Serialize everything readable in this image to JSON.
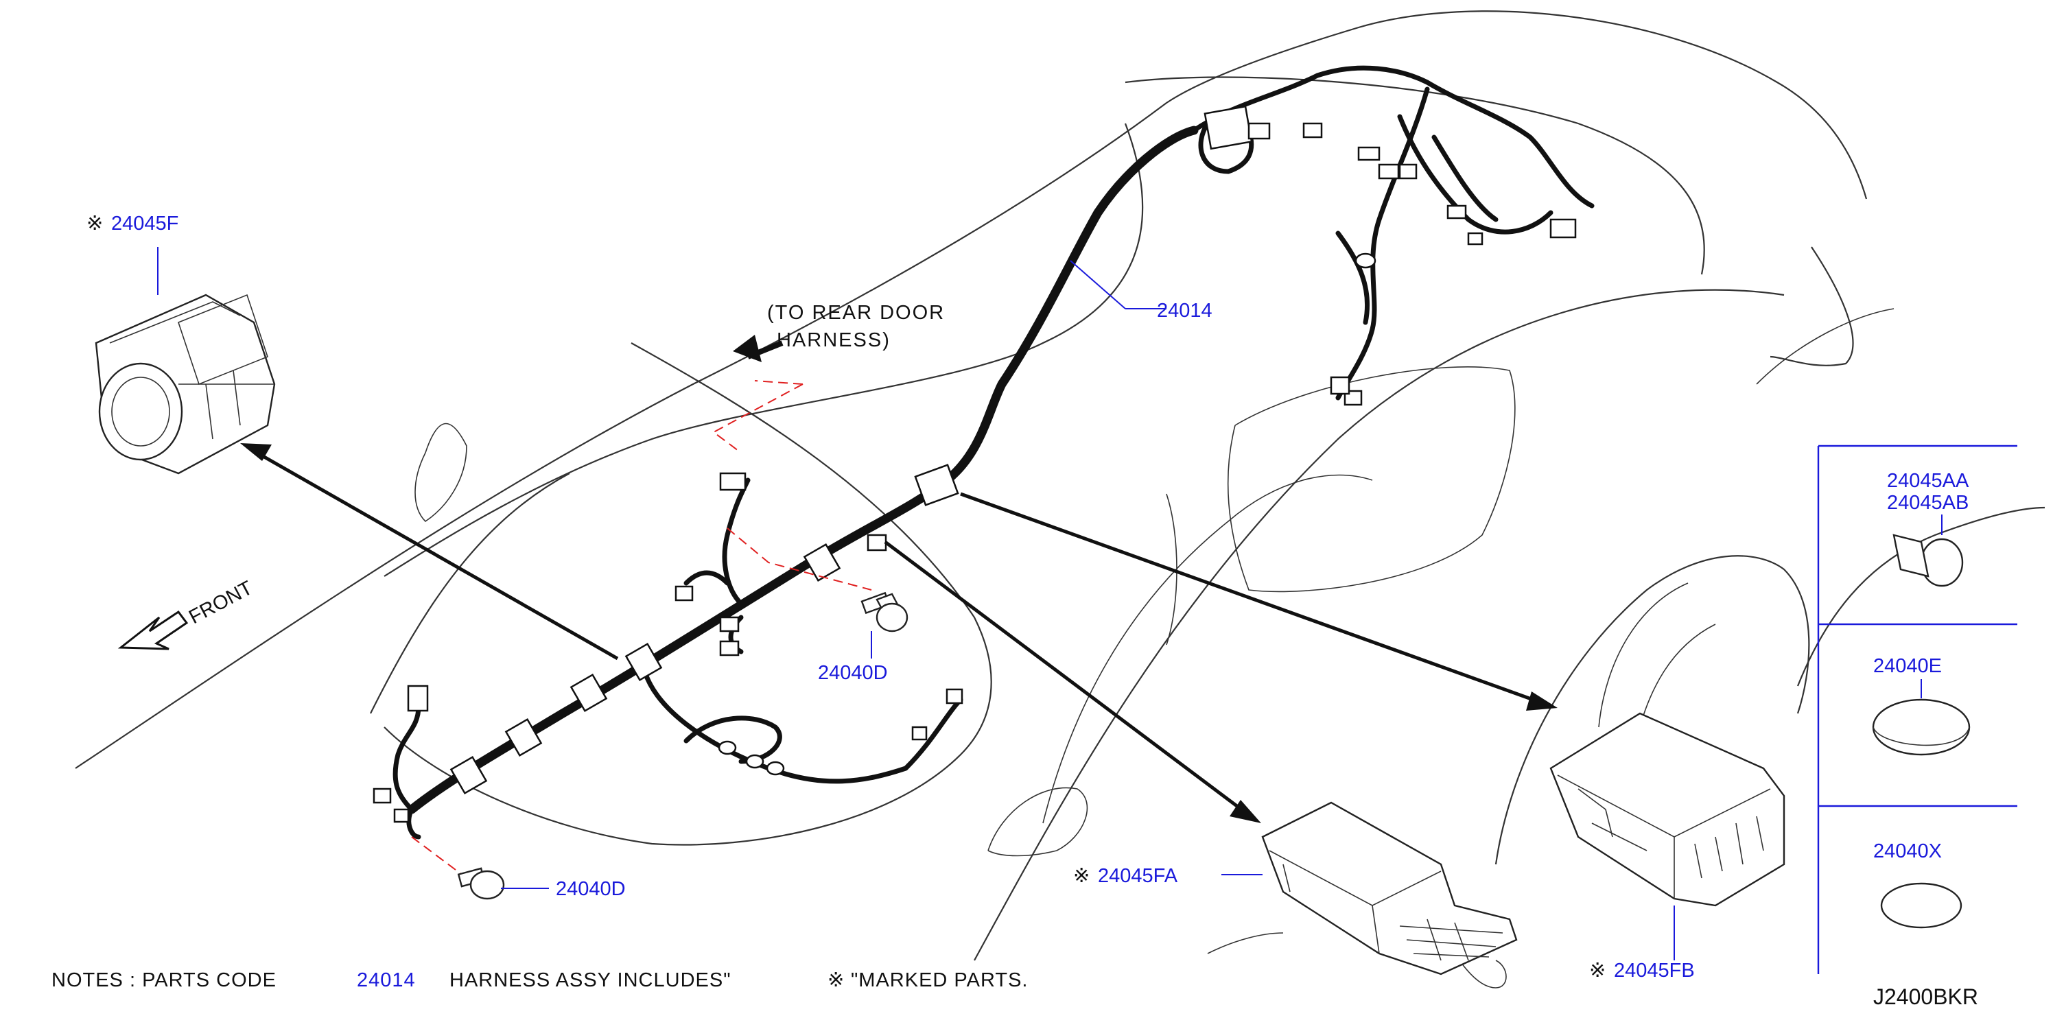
{
  "labels": {
    "p_24045F": "24045F",
    "p_24014": "24014",
    "p_24040D_upper": "24040D",
    "p_24040D_lower": "24040D",
    "p_24045FA": "24045FA",
    "p_24045FB": "24045FB",
    "p_24045AA": "24045AA",
    "p_24045AB": "24045AB",
    "p_24040E": "24040E",
    "p_24040X": "24040X"
  },
  "marker_symbol": "※",
  "direction": {
    "to_rear_line1": "(TO  REAR  DOOR",
    "to_rear_line2": "HARNESS)",
    "front": "FRONT"
  },
  "notes": {
    "prefix": "NOTES  :  PARTS  CODE",
    "code": "24014",
    "middle": "HARNESS  ASSY  INCLUDES\"",
    "suffix": "\"MARKED  PARTS."
  },
  "figure_code": "J2400BKR",
  "colors": {
    "part_number": "#1a1adb",
    "leader_red": "#e02020",
    "line": "#111111"
  }
}
